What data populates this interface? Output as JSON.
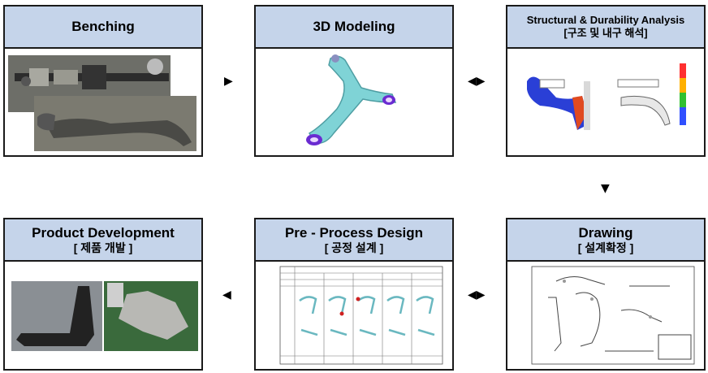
{
  "steps": {
    "benching": {
      "title": "Benching",
      "subtitle": ""
    },
    "modeling": {
      "title": "3D Modeling",
      "subtitle": ""
    },
    "analysis": {
      "title": "Structural & Durability Analysis",
      "subtitle": "[구조 및 내구 해석]"
    },
    "product": {
      "title": "Product Development",
      "subtitle": "[ 제품 개발 ]"
    },
    "process": {
      "title": "Pre - Process Design",
      "subtitle": "[ 공정 설계 ]"
    },
    "drawing": {
      "title": "Drawing",
      "subtitle": "[ 설계확정 ]"
    }
  },
  "arrows": {
    "right": "▶",
    "both": "◀▶",
    "down": "▼",
    "left": "◀"
  },
  "colors": {
    "header_bg": "#c5d4ea",
    "part_cyan": "#7fd3d6",
    "bushing_purple": "#6a2bd1"
  }
}
